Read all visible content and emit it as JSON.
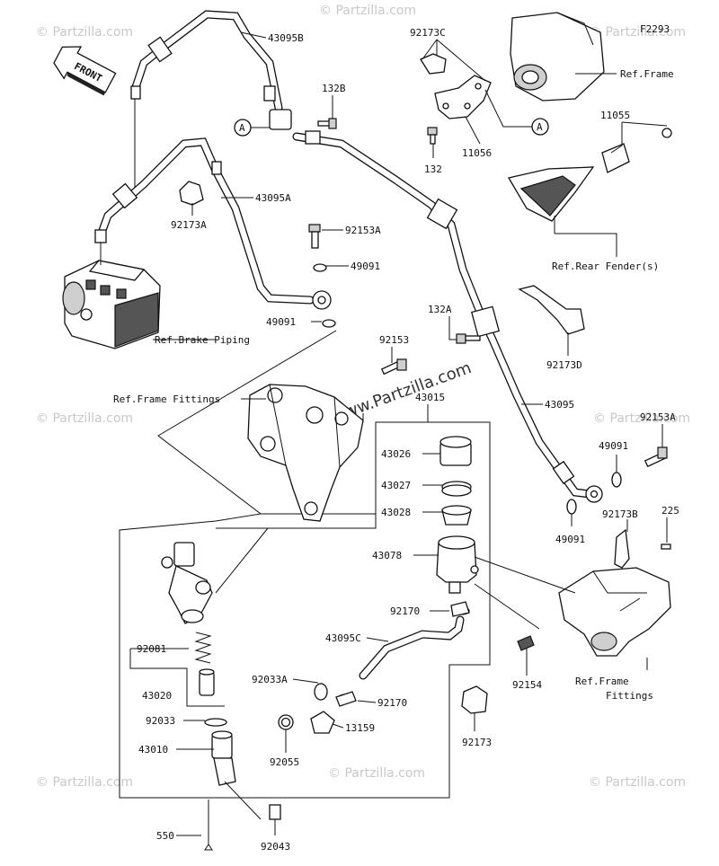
{
  "diagram_code": "F2293",
  "front_label": "FRONT",
  "watermark_text": "© Partzilla.com",
  "center_watermark": "www.Partzilla.com",
  "callout_marker": "A",
  "parts": {
    "p43095B": "43095B",
    "p132B": "132B",
    "p92173C": "92173C",
    "p132": "132",
    "p11056": "11056",
    "p11055": "11055",
    "p43095A": "43095A",
    "p92173A": "92173A",
    "p92153A_top": "92153A",
    "p49091_a": "49091",
    "p49091_b": "49091",
    "p132A": "132A",
    "p92173D": "92173D",
    "p92153": "92153",
    "p43015": "43015",
    "p43095": "43095",
    "p92153A_right": "92153A",
    "p49091_c": "49091",
    "p49091_d": "49091",
    "p43026": "43026",
    "p43027": "43027",
    "p43028": "43028",
    "p43078": "43078",
    "p92173B": "92173B",
    "p225": "225",
    "p92170_a": "92170",
    "p43095C": "43095C",
    "p92081": "92081",
    "p92033A": "92033A",
    "p92170_b": "92170",
    "p92154": "92154",
    "p43020": "43020",
    "p92033": "92033",
    "p13159": "13159",
    "p92173": "92173",
    "p43010": "43010",
    "p92055": "92055",
    "p550": "550",
    "p92043": "92043"
  },
  "refs": {
    "frame": "Ref.Frame",
    "rear_fender": "Ref.Rear Fender(s)",
    "brake_piping": "Ref.Brake Piping",
    "frame_fittings_left": "Ref.Frame Fittings",
    "frame_fittings_right_1": "Ref.Frame",
    "frame_fittings_right_2": "Fittings"
  }
}
